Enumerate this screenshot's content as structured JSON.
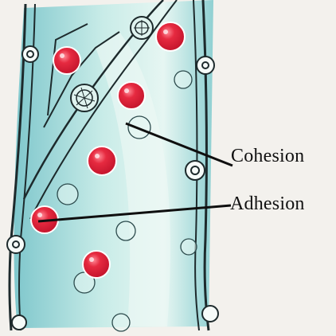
{
  "labels": {
    "cohesion": "Cohesion",
    "adhesion": "Adhesion"
  },
  "colors": {
    "vessel_fill": "#a9dde0",
    "vessel_light": "#d8f1ee",
    "wall_line": "#1d2a2c",
    "molecule_red": "#e0233a",
    "molecule_highlight": "#f6a0a8",
    "paper": "#f3f1ed"
  },
  "icons": {
    "water_molecule": "red-circle",
    "vessel_pit": "ringed-circle"
  }
}
